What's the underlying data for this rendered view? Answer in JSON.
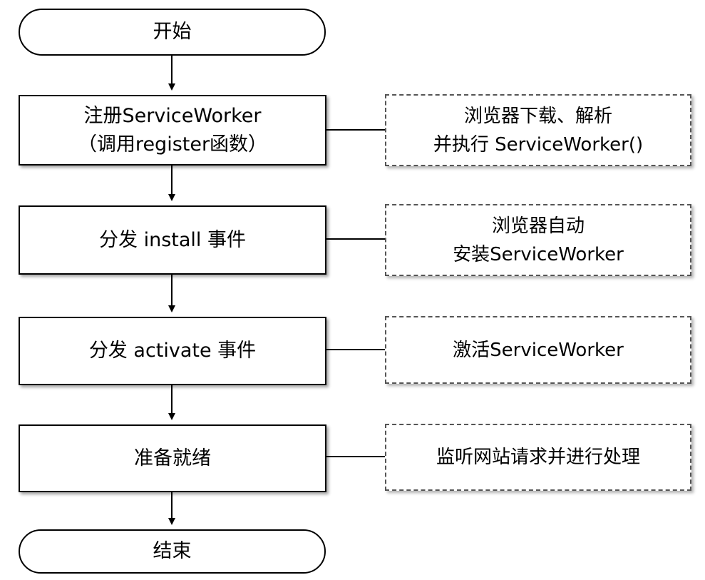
{
  "start": {
    "label": "开始"
  },
  "steps": [
    {
      "lines": [
        "注册ServiceWorker",
        "（调用register函数）"
      ]
    },
    {
      "lines": [
        "分发 install 事件"
      ]
    },
    {
      "lines": [
        "分发 activate 事件"
      ]
    },
    {
      "lines": [
        "准备就绪"
      ]
    }
  ],
  "notes": [
    {
      "lines": [
        "浏览器下载、解析",
        "并执行 ServiceWorker()"
      ]
    },
    {
      "lines": [
        "浏览器自动",
        "安装ServiceWorker"
      ]
    },
    {
      "lines": [
        "激活ServiceWorker"
      ]
    },
    {
      "lines": [
        "监听网站请求并进行处理"
      ]
    }
  ],
  "end": {
    "label": "结束"
  },
  "colors": {
    "stroke": "#000000",
    "note_border": "#555555",
    "background": "#ffffff"
  }
}
